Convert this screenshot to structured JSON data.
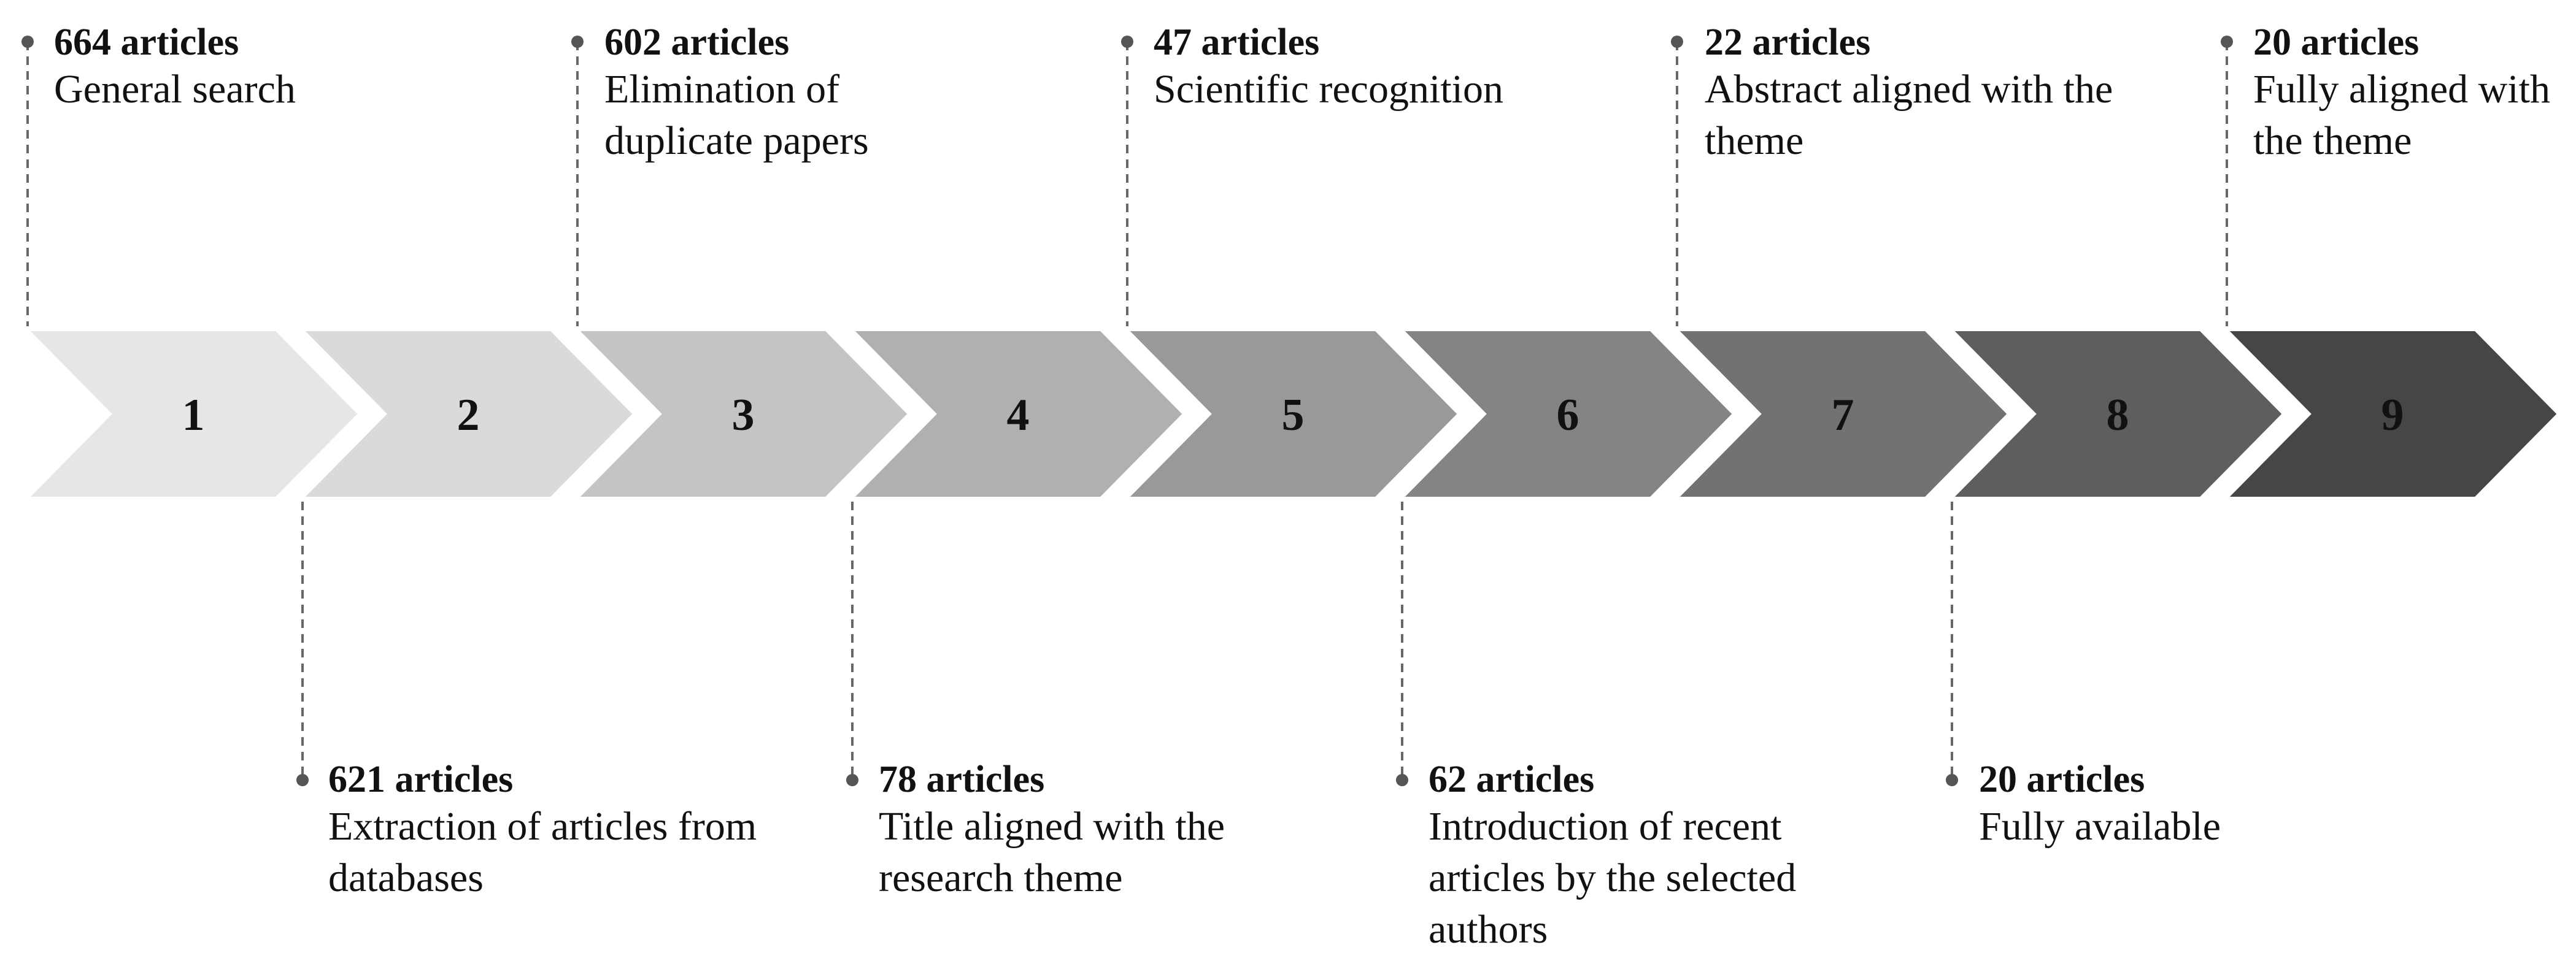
{
  "steps": [
    {
      "number": "1",
      "count": "664 articles",
      "description": "General search",
      "position": "top",
      "color": "#e6e6e6"
    },
    {
      "number": "2",
      "count": "621 articles",
      "description": "Extraction of articles from databases",
      "position": "bottom",
      "color": "#dadada"
    },
    {
      "number": "3",
      "count": "602 articles",
      "description": "Elimination of duplicate papers",
      "position": "top",
      "color": "#c4c4c4"
    },
    {
      "number": "4",
      "count": "78 articles",
      "description": "Title aligned with the research theme",
      "position": "bottom",
      "color": "#b0b0b0"
    },
    {
      "number": "5",
      "count": "47 articles",
      "description": "Scientific recognition",
      "position": "top",
      "color": "#999999"
    },
    {
      "number": "6",
      "count": "62 articles",
      "description": "Introduction of recent articles by the selected authors",
      "position": "bottom",
      "color": "#848484"
    },
    {
      "number": "7",
      "count": "22 articles",
      "description": "Abstract aligned with the theme",
      "position": "top",
      "color": "#727272"
    },
    {
      "number": "8",
      "count": "20 articles",
      "description": "Fully available",
      "position": "bottom",
      "color": "#5e5e5e"
    },
    {
      "number": "9",
      "count": "20 articles",
      "description": "Fully aligned with the theme",
      "position": "top",
      "color": "#464646"
    }
  ]
}
